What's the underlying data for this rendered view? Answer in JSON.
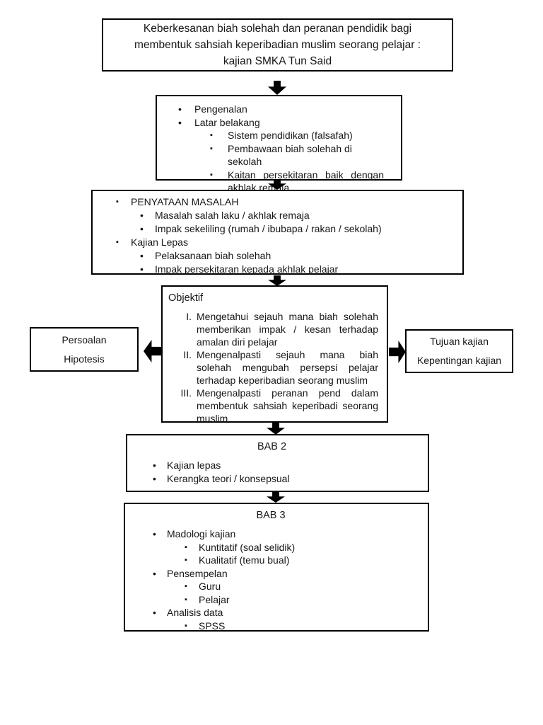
{
  "glyphs": {
    "round_bullet": "•",
    "square_bullet": "▪"
  },
  "colors": {
    "background": "#ffffff",
    "border": "#000000",
    "arrow": "#000000",
    "text": "#161616"
  },
  "title_box": {
    "lines": [
      "Keberkesanan biah solehah dan peranan pendidik bagi",
      "membentuk sahsiah keperibadian muslim seorang pelajar :",
      "kajian SMKA Tun Said"
    ]
  },
  "intro_box": {
    "items": [
      {
        "level": 1,
        "bullet": "round",
        "text": "Pengenalan"
      },
      {
        "level": 1,
        "bullet": "round",
        "text": "Latar belakang"
      },
      {
        "level": 2,
        "bullet": "square",
        "text": "Sistem pendidikan (falsafah)"
      },
      {
        "level": 2,
        "bullet": "square",
        "text": "Pembawaan biah solehah di sekolah"
      },
      {
        "level": 2,
        "bullet": "square",
        "text": "Kaitan persekitaran baik dengan akhlak remaja"
      }
    ]
  },
  "problem_box": {
    "items": [
      {
        "level": 1,
        "bullet": "square",
        "text": "PENYATAAN MASALAH"
      },
      {
        "level": 2,
        "bullet": "round",
        "text": "Masalah salah laku / akhlak remaja"
      },
      {
        "level": 2,
        "bullet": "round",
        "text": "Impak sekeliling (rumah / ibubapa / rakan / sekolah)"
      },
      {
        "level": 1,
        "bullet": "square",
        "text": "Kajian Lepas"
      },
      {
        "level": 2,
        "bullet": "round",
        "text": "Pelaksanaan biah solehah"
      },
      {
        "level": 2,
        "bullet": "round",
        "text": "Impak persekitaran kepada akhlak pelajar"
      }
    ]
  },
  "objektif_box": {
    "header": "Objektif",
    "items": [
      {
        "num": "I.",
        "text": "Mengetahui sejauh mana biah solehah memberikan impak / kesan terhadap amalan diri pelajar"
      },
      {
        "num": "II.",
        "text": "Mengenalpasti sejauh mana biah solehah mengubah persepsi pelajar terhadap keperibadian seorang muslim"
      },
      {
        "num": "III.",
        "text": "Mengenalpasti peranan pend dalam membentuk sahsiah keperibadi seorang muslim"
      }
    ]
  },
  "persoalan_box": {
    "lines": [
      "Persoalan",
      "Hipotesis"
    ]
  },
  "tujuan_box": {
    "lines": [
      "Tujuan kajian",
      "Kepentingan kajian"
    ]
  },
  "bab2_box": {
    "header": "BAB 2",
    "items": [
      {
        "level": 1,
        "bullet": "round",
        "text": "Kajian lepas"
      },
      {
        "level": 1,
        "bullet": "round",
        "text": "Kerangka teori / konsepsual"
      }
    ]
  },
  "bab3_box": {
    "header": "BAB 3",
    "items": [
      {
        "level": 1,
        "bullet": "round",
        "text": "Madologi kajian"
      },
      {
        "level": 2,
        "bullet": "square",
        "text": "Kuntitatif (soal selidik)"
      },
      {
        "level": 2,
        "bullet": "square",
        "text": "Kualitatif (temu bual)"
      },
      {
        "level": 1,
        "bullet": "round",
        "text": "Pensempelan"
      },
      {
        "level": 2,
        "bullet": "square",
        "text": "Guru"
      },
      {
        "level": 2,
        "bullet": "square",
        "text": "Pelajar"
      },
      {
        "level": 1,
        "bullet": "round",
        "text": "Analisis data"
      },
      {
        "level": 2,
        "bullet": "square",
        "text": "SPSS"
      }
    ]
  }
}
